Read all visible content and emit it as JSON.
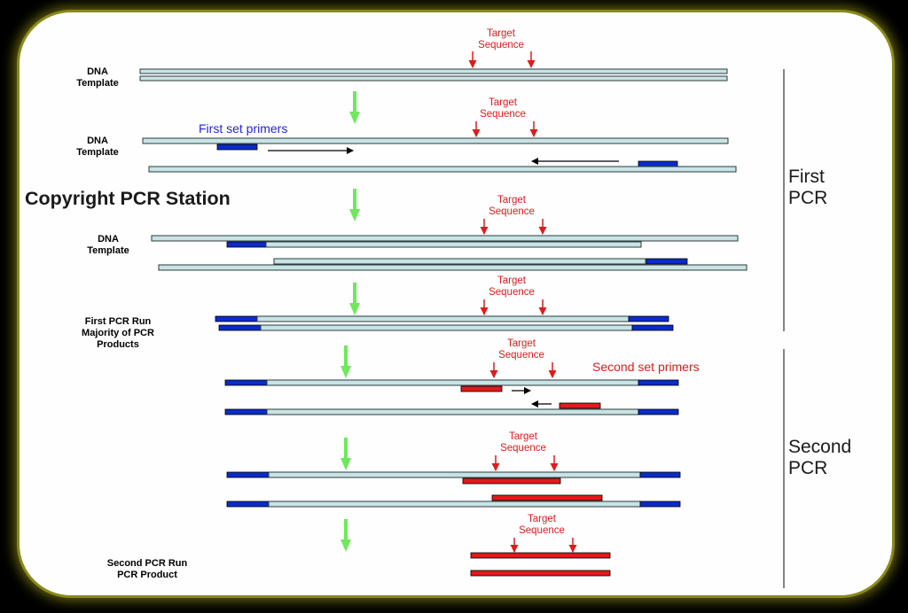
{
  "watermark": "Copyright PCR Station",
  "target_label_line1": "Target",
  "target_label_line2": "Sequence",
  "first_primers_label": "First set primers",
  "second_primers_label": "Second set primers",
  "phase_first_line1": "First",
  "phase_first_line2": "PCR",
  "phase_second_line1": "Second",
  "phase_second_line2": "PCR",
  "left_labels": {
    "dna1_l1": "DNA",
    "dna1_l2": "Template",
    "dna2_l1": "DNA",
    "dna2_l2": "Template",
    "dna3_l1": "DNA",
    "dna3_l2": "Template",
    "run1_l1": "First PCR Run",
    "run1_l2": "Majority of PCR",
    "run1_l3": "Products",
    "run2_l1": "Second PCR Run",
    "run2_l2": "PCR Product"
  },
  "colors": {
    "strand_fill": "#c7e3e6",
    "strand_outline": "#2e3a3a",
    "primer_first": "#0b2bc9",
    "primer_second": "#e01b1b",
    "target_text": "#e01b1b",
    "primer_label_blue": "#2424e0",
    "step_arrow": "#6ee85c",
    "frame_border": "#8a8a1a"
  }
}
